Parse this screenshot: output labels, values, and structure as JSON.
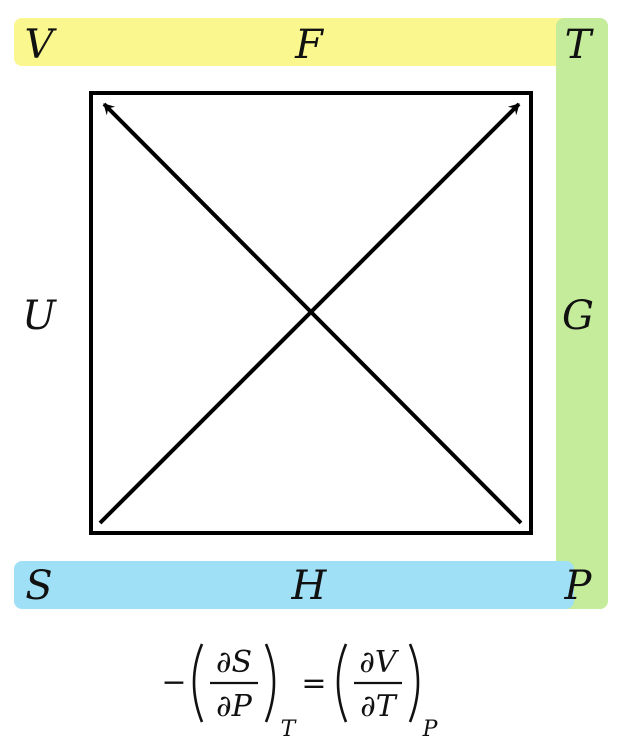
{
  "labels": {
    "top_left": "V",
    "top_mid": "F",
    "top_right": "T",
    "mid_left": "U",
    "mid_right": "G",
    "bottom_left": "S",
    "bottom_mid": "H",
    "bottom_right": "P"
  },
  "equation": {
    "minus": "−",
    "lhs_num": "∂S",
    "lhs_den": "∂P",
    "lhs_sub": "T",
    "equals": "=",
    "rhs_num": "∂V",
    "rhs_den": "∂T",
    "rhs_sub": "P"
  },
  "colors": {
    "top_bar": "#fbf78f",
    "bottom_bar": "#9fe0f7",
    "right_bar": "#c5ec9a"
  }
}
